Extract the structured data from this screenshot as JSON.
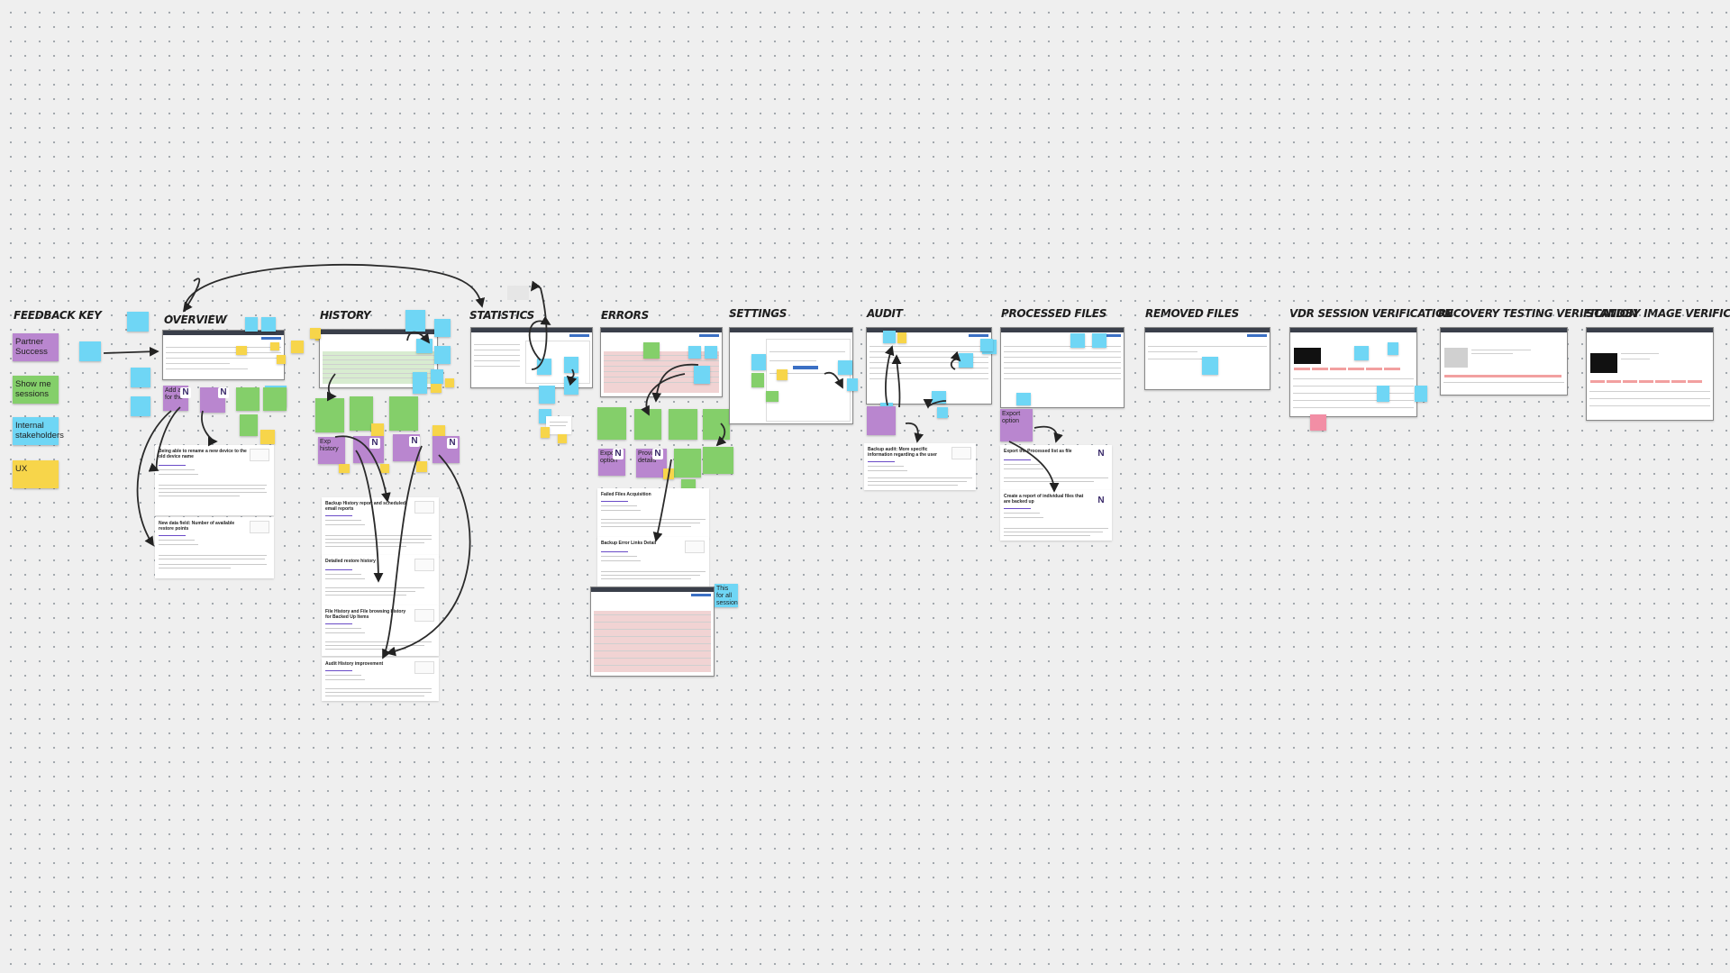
{
  "key": {
    "title": "FEEDBACK KEY",
    "items": [
      {
        "label": "Partner Success",
        "color": "#b986cf"
      },
      {
        "label": "Show me sessions",
        "color": "#84cf6a"
      },
      {
        "label": "Internal stakeholders",
        "color": "#6fd6f5"
      },
      {
        "label": "UX",
        "color": "#f7d54a"
      }
    ]
  },
  "sections": [
    {
      "title": "OVERVIEW"
    },
    {
      "title": "HISTORY"
    },
    {
      "title": "STATISTICS"
    },
    {
      "title": "ERRORS"
    },
    {
      "title": "SETTINGS"
    },
    {
      "title": "AUDIT"
    },
    {
      "title": "PROCESSED FILES"
    },
    {
      "title": "REMOVED FILES"
    },
    {
      "title": "VDR SESSION VERIFICATION"
    },
    {
      "title": "RECOVERY TESTING VERIFICATION"
    },
    {
      "title": "STANDBY IMAGE VERIFICATION"
    }
  ],
  "stickies": {
    "overview_purple_1": "Add a for the",
    "errors_export": "Export option",
    "errors_export2": "Provide details",
    "history_export": "Exp history",
    "processed_export": "Export option",
    "errors_blue": "This for all sessions"
  },
  "cards": {
    "overview": [
      {
        "title": "Being able to rename a new device to the old device name"
      },
      {
        "title": "New data field: Number of available restore points"
      }
    ],
    "history": [
      {
        "title": "Backup History report and scheduled email reports"
      },
      {
        "title": "Detailed restore history"
      },
      {
        "title": "File History and File browsing history for Backed Up Items"
      },
      {
        "title": "Audit History improvement"
      }
    ],
    "errors": [
      {
        "title": "Failed Files Acquisition"
      },
      {
        "title": "Backup Error Links Detail"
      }
    ],
    "audit": [
      {
        "title": "Backup audit: More specific information regarding a the user"
      }
    ],
    "processed": [
      {
        "title": "Export the Processed list as file"
      },
      {
        "title": "Create a report of individual files that are backed up"
      }
    ]
  },
  "colors": {
    "blue": "#6fd6f5",
    "purple": "#b986cf",
    "green": "#84cf6a",
    "yellow": "#f7d54a",
    "pink": "#f28ea5",
    "canvas": "#efefef"
  }
}
